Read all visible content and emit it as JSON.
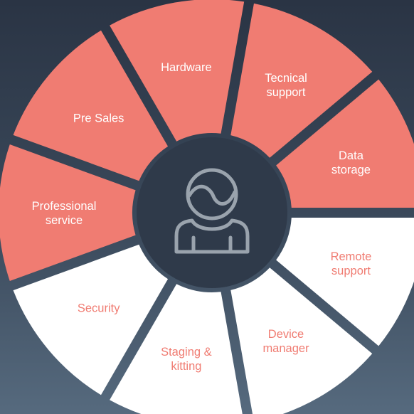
{
  "diagram": {
    "colors": {
      "filled": "#f07c72",
      "outline": "#ffffff",
      "filled_text": "#ffffff",
      "outline_text": "#f07c72",
      "hub": "#2f3a4a",
      "icon": "#9aa3ad"
    },
    "center_icon": "person-icon",
    "segments": [
      {
        "id": "hardware",
        "lines": [
          "Hardware"
        ],
        "style": "filled"
      },
      {
        "id": "technical-support",
        "lines": [
          "Tecnical",
          "support"
        ],
        "style": "filled"
      },
      {
        "id": "data-storage",
        "lines": [
          "Data",
          "storage"
        ],
        "style": "filled"
      },
      {
        "id": "remote-support",
        "lines": [
          "Remote",
          "support"
        ],
        "style": "outline"
      },
      {
        "id": "device-manager",
        "lines": [
          "Device",
          "manager"
        ],
        "style": "outline"
      },
      {
        "id": "staging-kitting",
        "lines": [
          "Staging &",
          "kitting"
        ],
        "style": "outline"
      },
      {
        "id": "security",
        "lines": [
          "Security"
        ],
        "style": "outline"
      },
      {
        "id": "professional-service",
        "lines": [
          "Professional",
          "service"
        ],
        "style": "filled"
      },
      {
        "id": "pre-sales",
        "lines": [
          "Pre Sales"
        ],
        "style": "filled"
      }
    ]
  }
}
